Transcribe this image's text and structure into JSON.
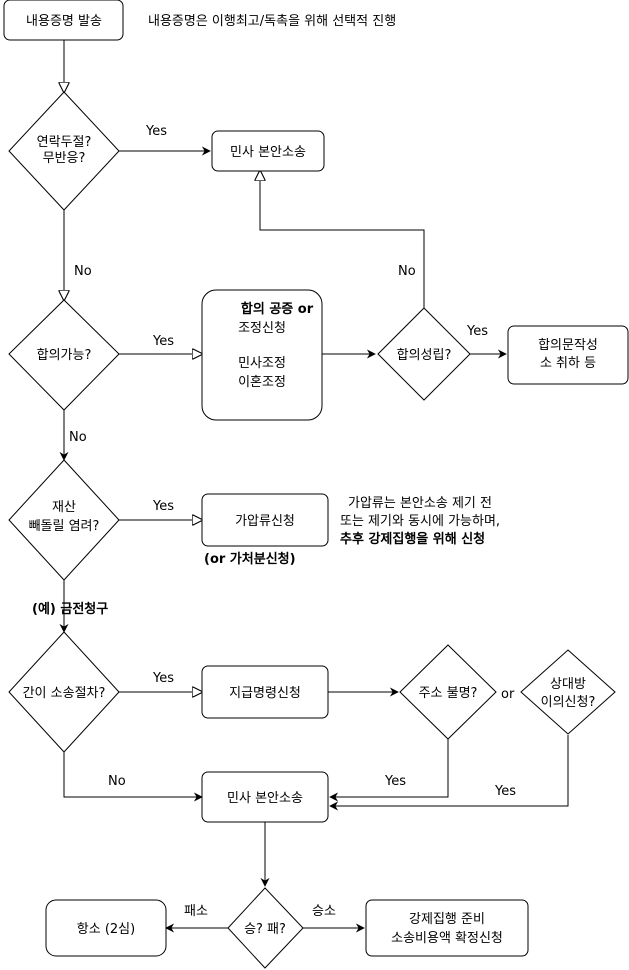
{
  "nodes": {
    "send_certified_mail": "내용증명 발송",
    "no_contact_decision": [
      "연락두절?",
      "무반응?"
    ],
    "civil_main_suit_top": "민사 본안소송",
    "agreement_possible_decision": "합의가능?",
    "agreement_box": [
      "합의 공증 or",
      "조정신청",
      "",
      "민사조정",
      "이혼조정"
    ],
    "agreement_reached_decision": "합의성립?",
    "agreement_doc_box": [
      "합의문작성",
      "소 취하 등"
    ],
    "asset_hiding_decision": [
      "재산",
      "빼돌릴 염려?"
    ],
    "provisional_seizure_box": "가압류신청",
    "payment_order_decision": "간이 소송절차?",
    "payment_order_box": "지급명령신청",
    "address_unknown_decision": "주소 불명?",
    "opponent_objection_decision": [
      "상대방",
      "이의신청?"
    ],
    "civil_main_suit_bottom": "민사 본안소송",
    "win_lose_decision": "승? 패?",
    "appeal_box": "항소 (2심)",
    "enforcement_box": [
      "강제집행 준비",
      "소송비용액 확정신청"
    ]
  },
  "edge_labels": {
    "yes_to_suit": "Yes",
    "no_to_agreement": "No",
    "yes_to_agreement_box": "Yes",
    "no_back_to_suit": "No",
    "yes_to_doc": "Yes",
    "no_to_asset": "No",
    "yes_to_seizure": "Yes",
    "yes_to_payment_order": "Yes",
    "no_to_bottom_suit": "No",
    "yes_from_address": "Yes",
    "yes_from_objection": "Yes",
    "lose": "패소",
    "win": "승소",
    "or_between": "or"
  },
  "notes": {
    "certified_mail_note": "내용증명은 이행최고/독촉을 위해 선택적 진행",
    "injunction_alt": "(or 가처분신청)",
    "seizure_note_line1": "가압류는 본안소송 제기 전",
    "seizure_note_line2": "또는 제기와 동시에 가능하며,",
    "seizure_note_line3": "추후 강제집행을 위해 신청",
    "example_money_claim": "(예) 금전청구"
  },
  "colors": {
    "stroke": "#000000",
    "fill": "#ffffff"
  }
}
